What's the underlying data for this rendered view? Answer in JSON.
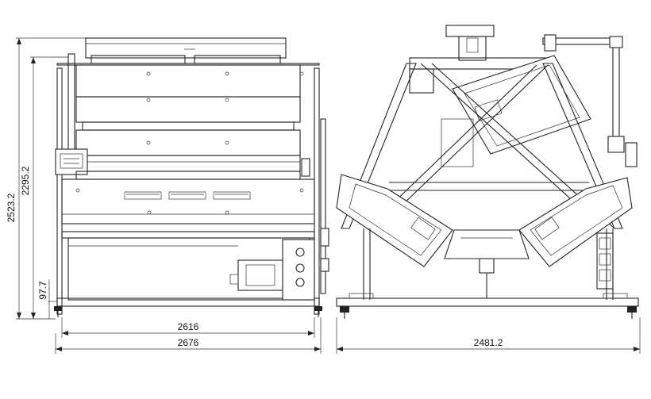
{
  "drawing": {
    "views": [
      "front-view",
      "side-view"
    ],
    "dimensions": {
      "front_width_inner": "2616",
      "front_width_outer": "2676",
      "overall_height": "2523.2",
      "body_height": "2295.2",
      "base_height": "97.7",
      "side_width": "2481.2"
    },
    "colors": {
      "line": "#222222",
      "background": "#ffffff"
    }
  }
}
